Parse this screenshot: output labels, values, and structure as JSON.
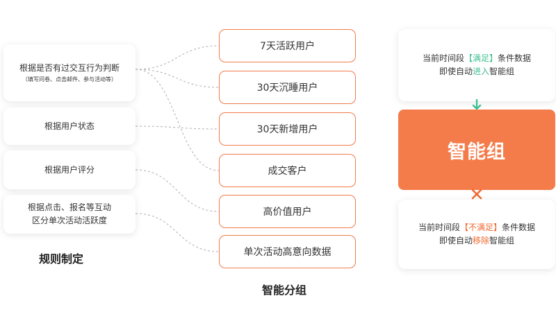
{
  "rules": {
    "title": "规则制定",
    "items": [
      {
        "main": "根据是否有过交互行为判断",
        "sub": "（填写问卷、点击邮件、参与活动等）"
      },
      {
        "main": "根据用户状态"
      },
      {
        "main": "根据用户评分"
      },
      {
        "main": "根据点击、报名等互动区分单次活动活跃度"
      }
    ]
  },
  "groups": {
    "title": "智能分组",
    "items": [
      "7天活跃用户",
      "30天沉睡用户",
      "30天新增用户",
      "成交客户",
      "高价值用户",
      "单次活动高意向数据"
    ]
  },
  "conditions": {
    "enter": {
      "pre": "当前时间段",
      "keyword": "【满足】",
      "post": "条件数据",
      "line2_pre": "即使自动",
      "action": "进入",
      "line2_post": "智能组"
    },
    "exit": {
      "pre": "当前时间段",
      "keyword": "【不满足】",
      "post": "条件数据",
      "line2_pre": "即使自动",
      "action": "移除",
      "line2_post": "智能组"
    },
    "smart_group_label": "智能组"
  },
  "icons": {
    "enter": "arrow-down-icon",
    "exit": "cross-icon"
  },
  "colors": {
    "brand": "#f47b4a",
    "enter": "#3dbf8f",
    "exit": "#f0692f",
    "connector": "#bbbbbb"
  }
}
